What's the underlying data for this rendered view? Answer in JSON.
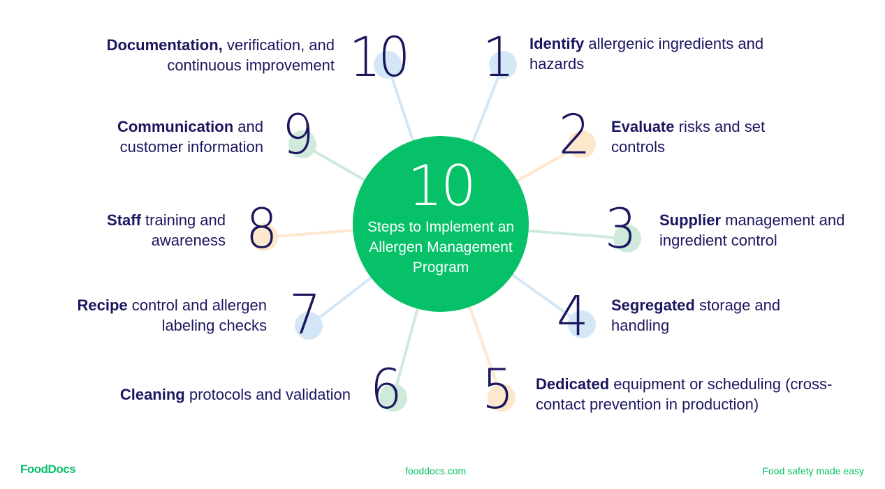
{
  "colors": {
    "navy": "#1b165f",
    "green": "#06c167",
    "dot_blue": "#d4e7f6",
    "dot_peach": "#fde8cd",
    "dot_mint": "#cfeadb"
  },
  "center": {
    "number": "10",
    "title": "Steps to Implement an Allergen Management Program"
  },
  "steps": [
    {
      "n": "1",
      "bold": "Identify",
      "rest": " allergenic ingredients and hazards",
      "dot": "blue"
    },
    {
      "n": "2",
      "bold": "Evaluate",
      "rest": " risks and set controls",
      "dot": "peach"
    },
    {
      "n": "3",
      "bold": "Supplier",
      "rest": " management and ingredient control",
      "dot": "mint"
    },
    {
      "n": "4",
      "bold": "Segregated",
      "rest": " storage and handling",
      "dot": "blue"
    },
    {
      "n": "5",
      "bold": "Dedicated",
      "rest": " equipment or scheduling (cross-contact prevention in production)",
      "dot": "peach"
    },
    {
      "n": "6",
      "bold": "Cleaning",
      "rest": " protocols and validation",
      "dot": "mint"
    },
    {
      "n": "7",
      "bold": "Recipe",
      "rest": " control and allergen labeling checks",
      "dot": "blue"
    },
    {
      "n": "8",
      "bold": "Staff",
      "rest": " training and awareness",
      "dot": "peach"
    },
    {
      "n": "9",
      "bold": "Communication",
      "rest": " and customer information",
      "dot": "mint"
    },
    {
      "n": "10",
      "bold": "Documentation,",
      "rest": " verification, and continuous improvement",
      "dot": "blue"
    }
  ],
  "footer": {
    "logo": "FoodDocs",
    "url": "fooddocs.com",
    "tagline": "Food safety made easy"
  }
}
